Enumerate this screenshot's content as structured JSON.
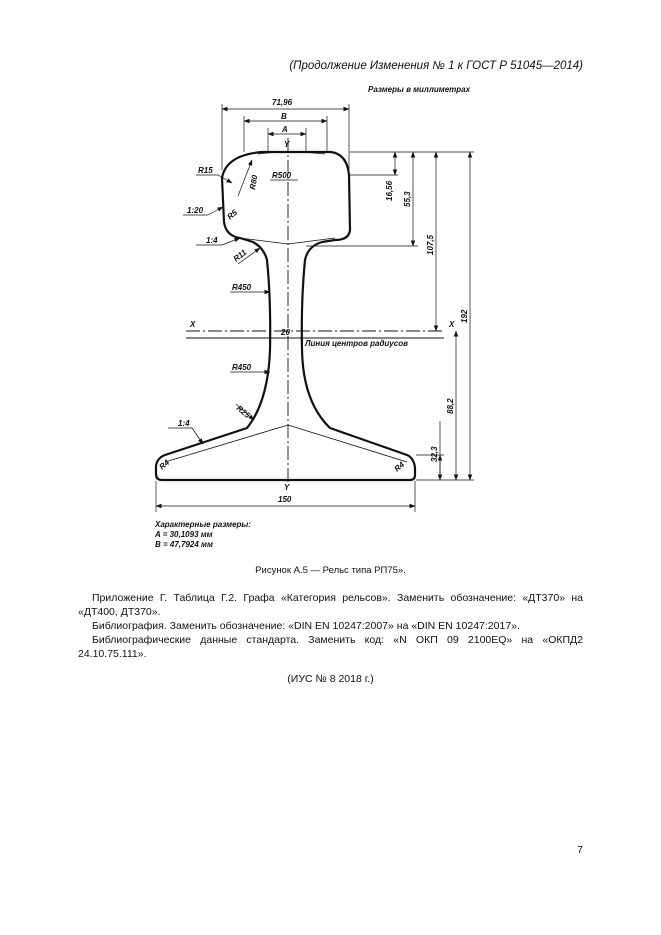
{
  "header": "(Продолжение Изменения № 1 к ГОСТ Р 51045—2014)",
  "figure": {
    "units_note": "Размеры в миллиметрах",
    "dims": {
      "top_width": "71,96",
      "b": "B",
      "a": "A",
      "y_top": "Y",
      "y_bottom": "Y",
      "x_left": "X",
      "x_right": "X",
      "r15": "R15",
      "r80": "R80",
      "r500": "R500",
      "slope_head": "1:20",
      "r5": "R5",
      "slope_neck": "1:4",
      "r11": "R11",
      "r450_upper": "R450",
      "r450_lower": "R450",
      "web_width": "20",
      "r25": "R25",
      "slope_foot": "1:4",
      "r4_left": "R4",
      "r4_right": "R4",
      "base_width": "150",
      "d1656": "16,56",
      "d553": "55,3",
      "d1075": "107,5",
      "d192": "192",
      "d882": "88,2",
      "d323": "32,3",
      "centers_line": "Линия центров радиусов"
    }
  },
  "characteristics": {
    "title": "Характерные размеры:",
    "a": "A = 30,1093 мм",
    "b": "B = 47,7924 мм"
  },
  "caption": "Рисунок А.5 — Рельс типа РП75».",
  "paragraphs": [
    "Приложение Г. Таблица Г.2. Графа «Категория рельсов». Заменить обозначение: «ДТ370» на «ДТ400, ДТ370».",
    "Библиография. Заменить обозначение: «DIN EN 10247:2007» на «DIN EN 10247:2017».",
    "Библиографические данные стандарта. Заменить код: «N ОКП 09 2100EQ» на «ОКПД2 24.10.75.111»."
  ],
  "ius": "(ИУС № 8 2018 г.)",
  "page_number": "7"
}
